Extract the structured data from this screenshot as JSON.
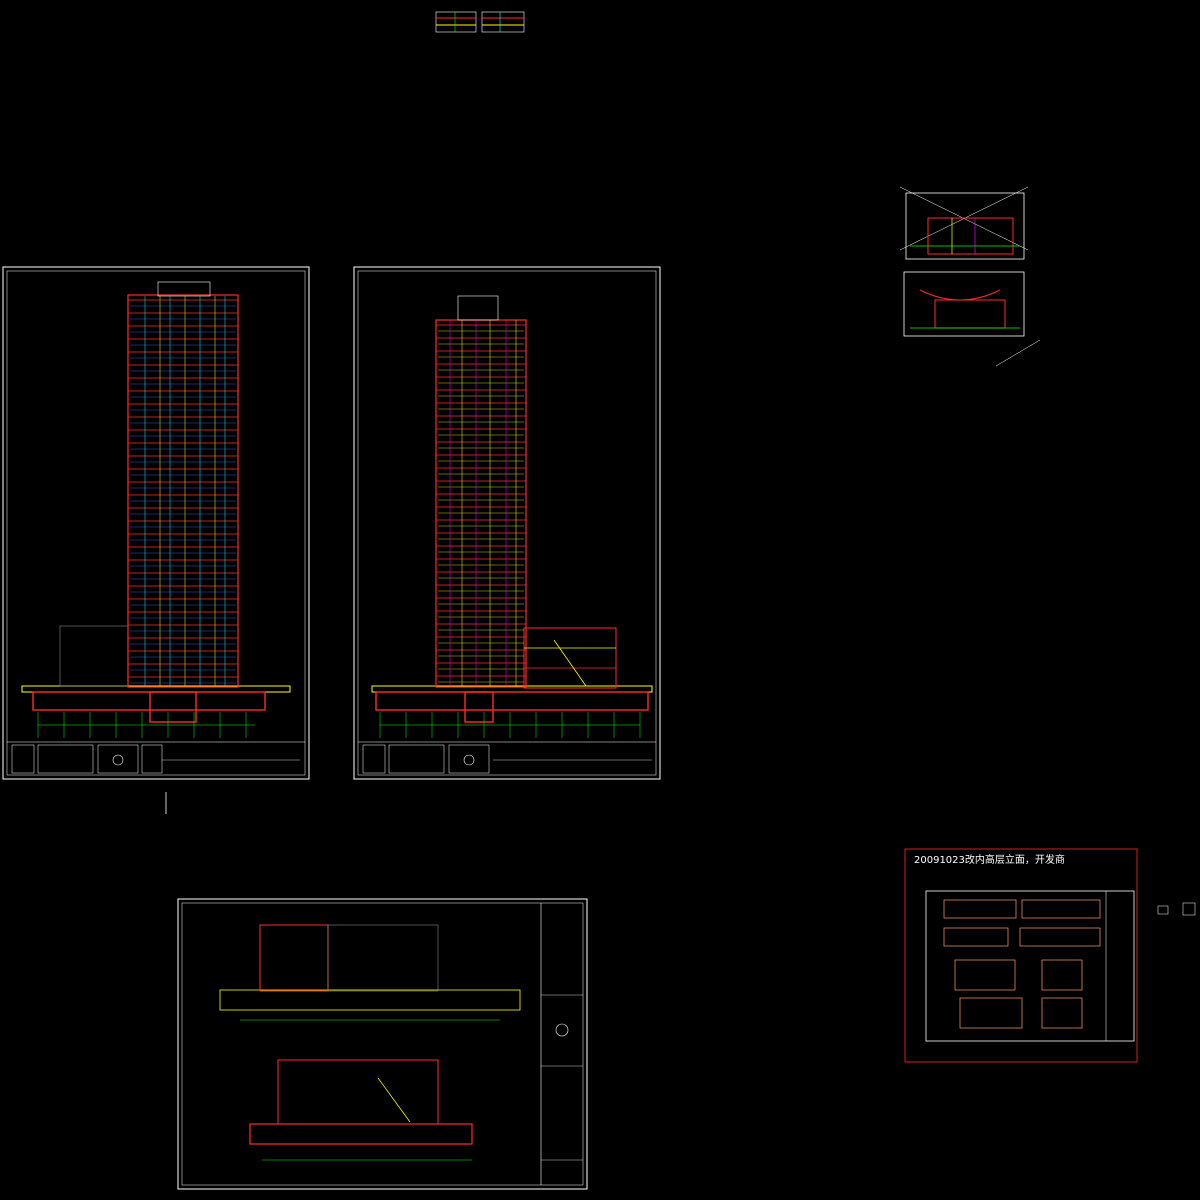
{
  "drawing": {
    "background_color": "#000000",
    "colors": {
      "sheet_frame": "#ffffff",
      "slab": "#ff2a2a",
      "wall": "#ffff00",
      "grid": "#00ff00",
      "accent_blue": "#3a6bff",
      "accent_cyan": "#00ffff",
      "accent_magenta": "#ff00ff",
      "highlight_box": "#d42020"
    },
    "sheets": [
      {
        "id": "section-a",
        "description_visible": false
      },
      {
        "id": "section-b",
        "description_visible": false
      },
      {
        "id": "podium-sections",
        "description_visible": false
      },
      {
        "id": "small-section-1",
        "description_visible": false
      },
      {
        "id": "small-section-2",
        "description_visible": false
      },
      {
        "id": "thumbnail-elevations",
        "description_visible": false
      }
    ],
    "highlight_box_title": "20091023改内高层立面，开发商"
  }
}
